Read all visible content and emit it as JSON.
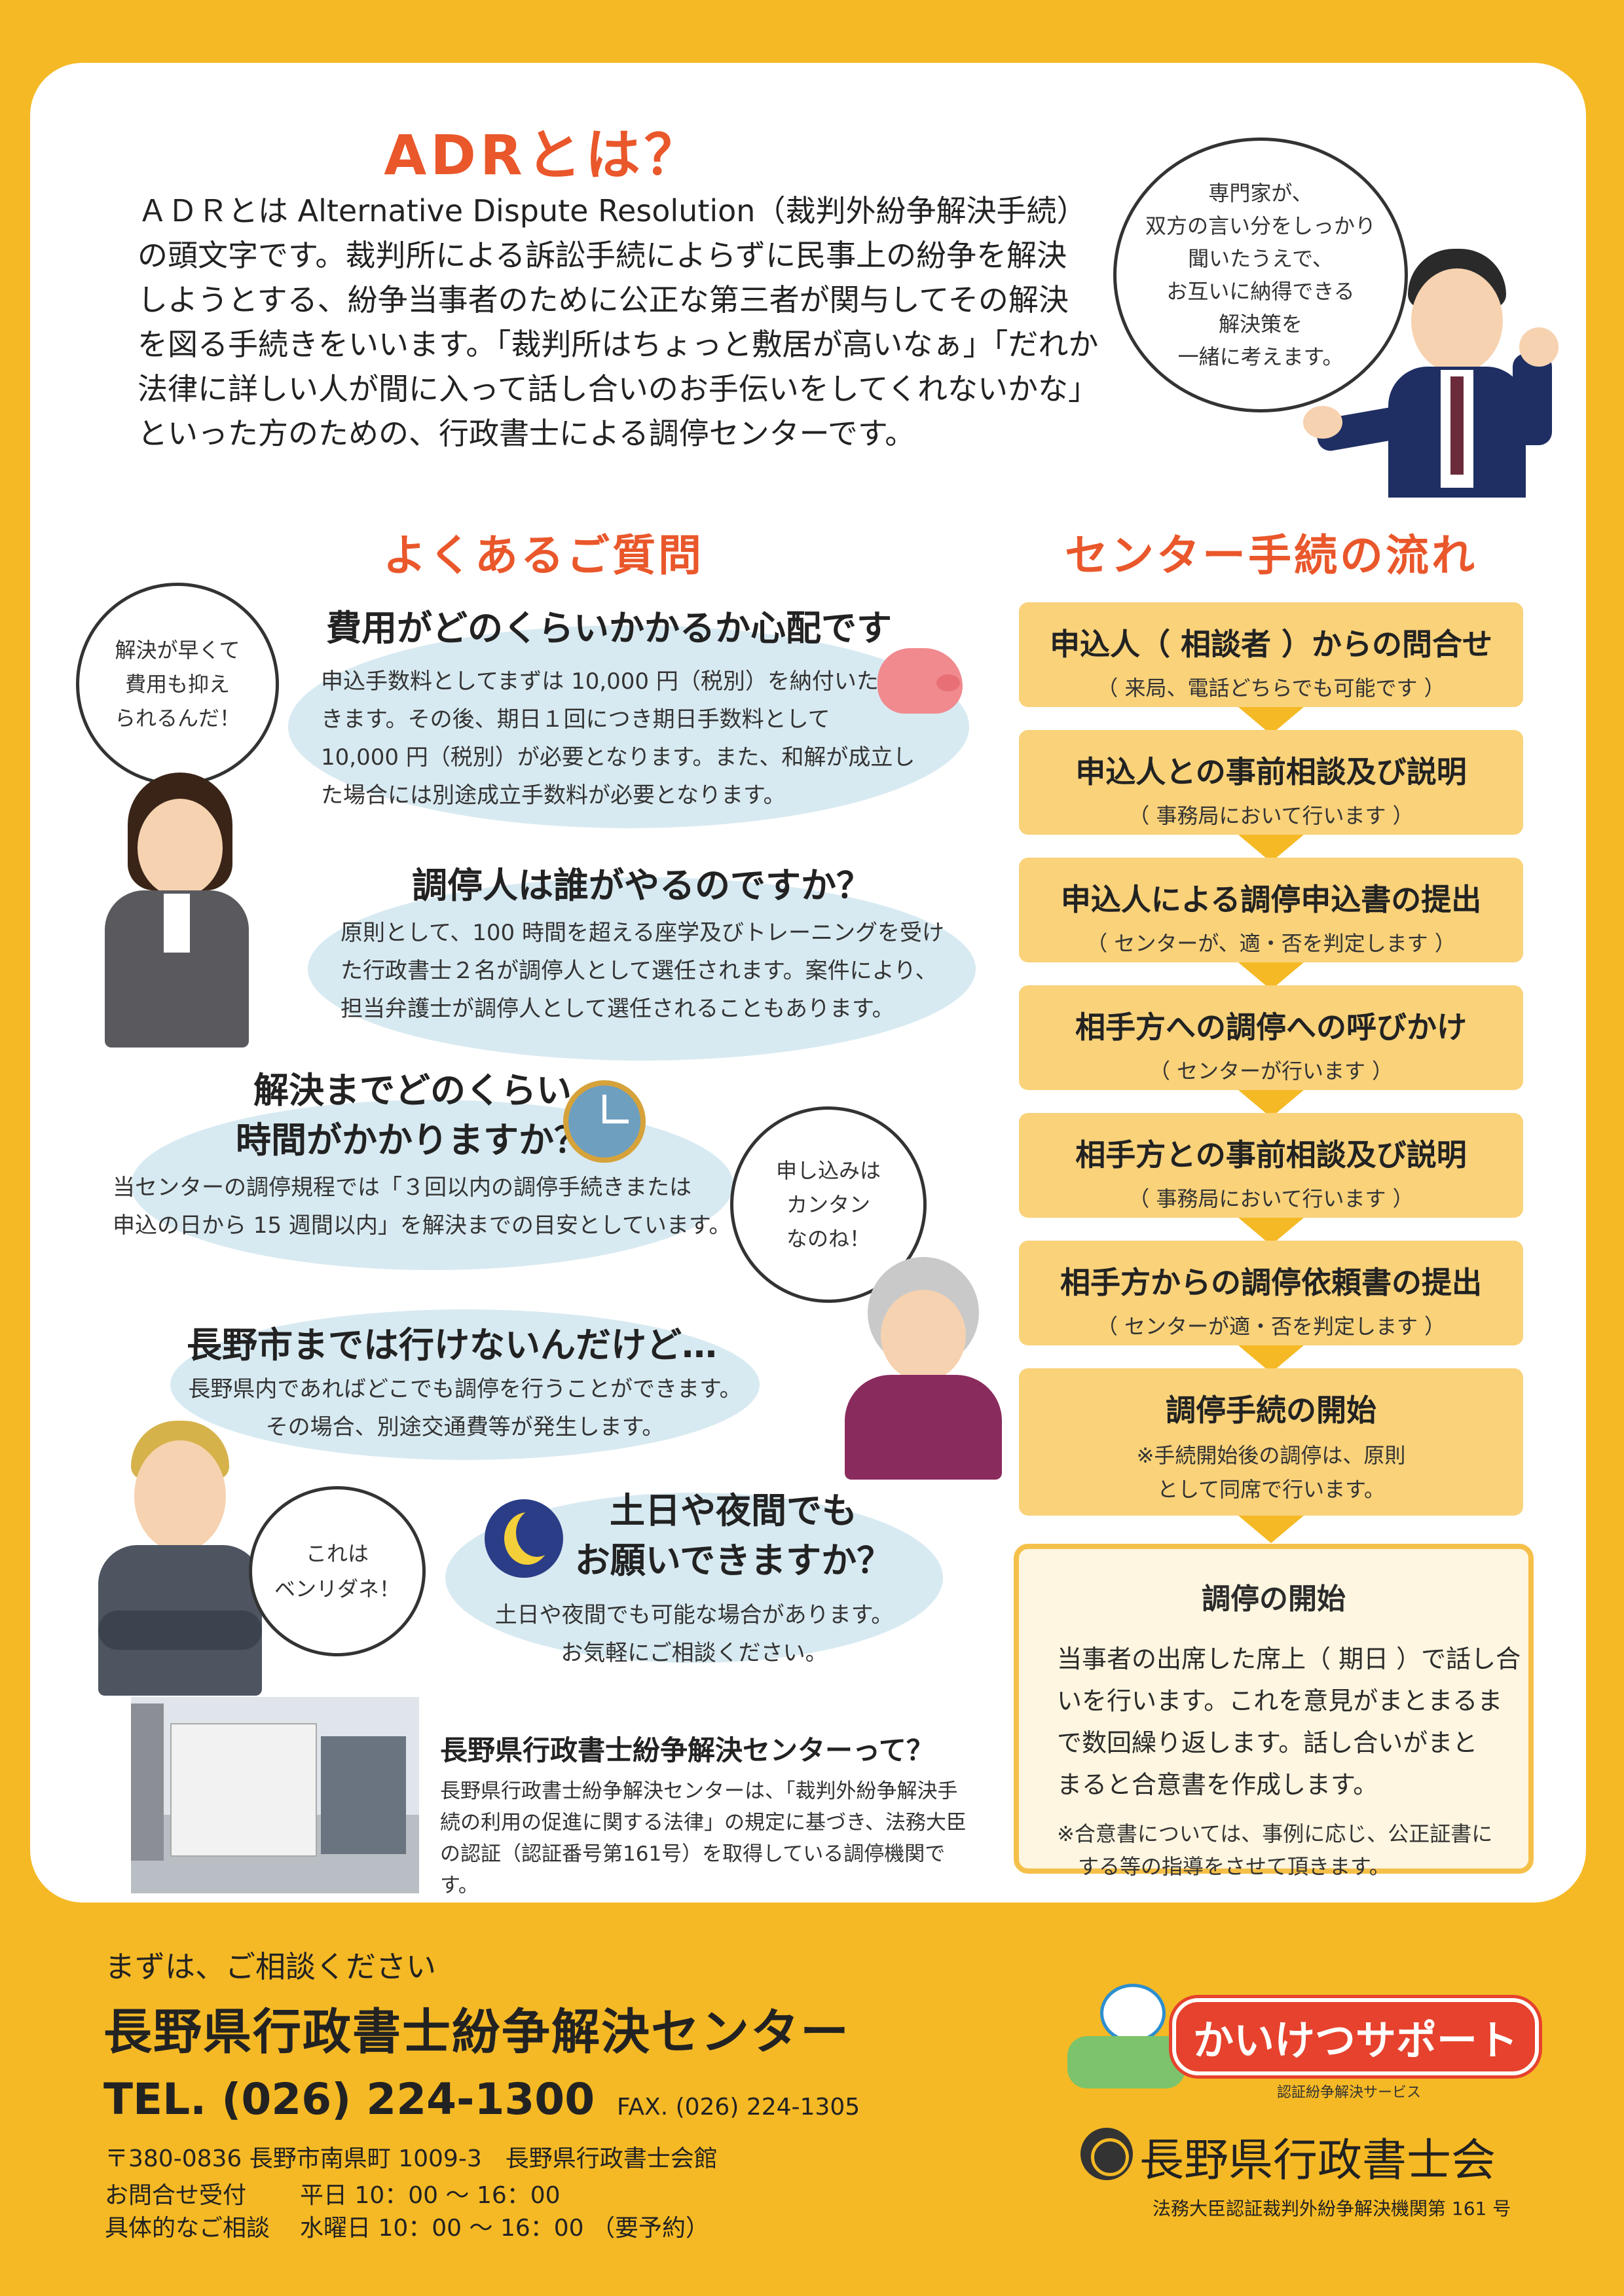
{
  "adr": {
    "title": "ADRとは？",
    "intro": [
      "ＡＤＲとは Alternative Dispute Resolution（裁判外紛争解決手続）",
      "の頭文字です。裁判所による訴訟手続によらずに民事上の紛争を解決",
      "しようとする、紛争当事者のために公正な第三者が関与してその解決",
      "を図る手続きをいいます。「裁判所はちょっと敷居が高いなぁ」「だれか",
      "法律に詳しい人が間に入って話し合いのお手伝いをしてくれないかな」",
      "といった方のための、行政書士による調停センターです。"
    ],
    "speech": [
      "専門家が、",
      "双方の言い分をしっかり",
      "聞いたうえで、",
      "お互いに納得できる",
      "解決策を",
      "一緒に考えます。"
    ]
  },
  "faq": {
    "title": "よくあるご質問",
    "q1_title": "費用がどのくらいかかるか心配です",
    "q1_text": [
      "申込手数料としてまずは 10,000 円（税別）を納付いただ",
      "きます。その後、期日１回につき期日手数料として",
      "10,000 円（税別）が必要となります。また、和解が成立し",
      "た場合には別途成立手数料が必要となります。"
    ],
    "q2_title": "調停人は誰がやるのですか？",
    "q2_text": [
      "原則として、100 時間を超える座学及びトレーニングを受け",
      "た行政書士２名が調停人として選任されます。案件により、",
      "担当弁護士が調停人として選任されることもあります。"
    ],
    "q3_title": [
      "解決までどのくらい",
      "時間がかかりますか？"
    ],
    "q3_text": [
      "当センターの調停規程では「３回以内の調停手続きまたは",
      "申込の日から 15 週間以内」を解決までの目安としています。"
    ],
    "q4_title": "長野市までは行けないんだけど…",
    "q4_text": [
      "長野県内であればどこでも調停を行うことができます。",
      "その場合、別途交通費等が発生します。"
    ],
    "q5_title": [
      "土日や夜間でも",
      "お願いできますか？"
    ],
    "q5_text": [
      "土日や夜間でも可能な場合があります。",
      "お気軽にご相談ください。"
    ],
    "bubble_woman": [
      "解決が早くて",
      "費用も抑え",
      "られるんだ！"
    ],
    "bubble_elder": [
      "申し込みは",
      "カンタン",
      "なのね！"
    ],
    "bubble_man": [
      "これは",
      "ベンリダネ！"
    ]
  },
  "center": {
    "title": "長野県行政書士紛争解決センターって？",
    "text": [
      "長野県行政書士紛争解決センターは、「裁判外紛争解決手",
      "続の利用の促進に関する法律」の規定に基づき、法務大臣",
      "の認証（認証番号第161号）を取得している調停機関です。"
    ]
  },
  "flow": {
    "title": "センター手続の流れ",
    "steps": [
      {
        "h": "申込人（ 相談者 ）からの問合せ",
        "s": "（ 来局、電話どちらでも可能です ）"
      },
      {
        "h": "申込人との事前相談及び説明",
        "s": "（ 事務局において行います ）"
      },
      {
        "h": "申込人による調停申込書の提出",
        "s": "（ センターが、適・否を判定します ）"
      },
      {
        "h": "相手方への調停への呼びかけ",
        "s": "（ センターが行います ）"
      },
      {
        "h": "相手方との事前相談及び説明",
        "s": "（ 事務局において行います ）"
      },
      {
        "h": "相手方からの調停依頼書の提出",
        "s": "（ センターが適・否を判定します ）"
      },
      {
        "h": "調停手続の開始",
        "s1": "※手続開始後の調停は、原則",
        "s2": "として同席で行います。"
      }
    ],
    "final_h": "調停の開始",
    "final_b": [
      "当事者の出席した席上（ 期日 ）で話し合",
      "いを行います。これを意見がまとまるま",
      "で数回繰り返します。話し合いがまと",
      "まると合意書を作成します。"
    ],
    "final_n": [
      "※合意書については、事例に応じ、公正証書に",
      "する等の指導をさせて頂きます。"
    ]
  },
  "footer": {
    "lead": "まずは、ご相談ください",
    "name": "長野県行政書士紛争解決センター",
    "tel": "TEL. (026) 224-1300",
    "fax": "FAX. (026) 224-1305",
    "address": "〒380-0836 長野市南県町 1009-3　長野県行政書士会館",
    "hours1_label": "お問合せ受付",
    "hours1": "平日 10：00 〜 16：00",
    "hours2_label": "具体的なご相談",
    "hours2": "水曜日 10：00 〜 16：00 （要予約）",
    "logo_text": "かいけつサポート",
    "logo_sub": "認証紛争解決サービス",
    "assoc": "長野県行政書士会",
    "assoc_sub": "法務大臣認証裁判外紛争解決機関第 161 号"
  },
  "colors": {
    "background": "#f5b925",
    "accent": "#e9572b",
    "step": "#f9d27a",
    "blob": "#d8eaf1"
  }
}
